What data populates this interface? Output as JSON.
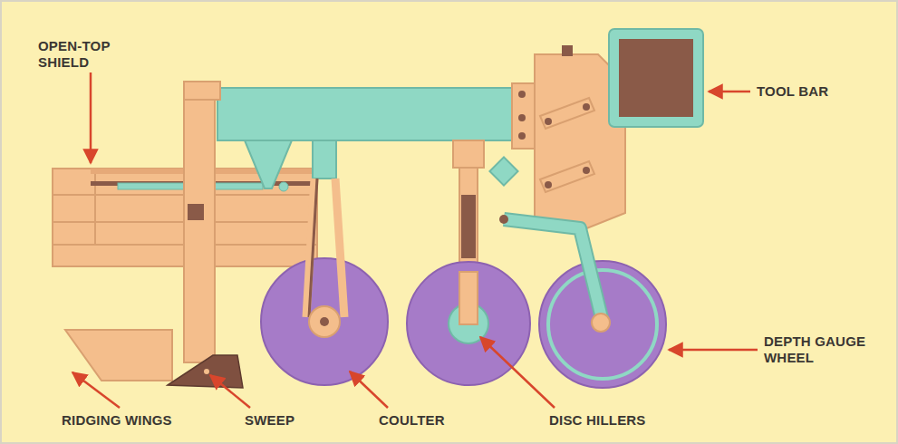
{
  "diagram": {
    "labels": [
      "OPEN-TOP SHIELD",
      "TOOL BAR",
      "RIDGING WINGS",
      "SWEEP",
      "COULTER",
      "DISC HILLERS",
      "DEPTH GAUGE WHEEL"
    ]
  }
}
